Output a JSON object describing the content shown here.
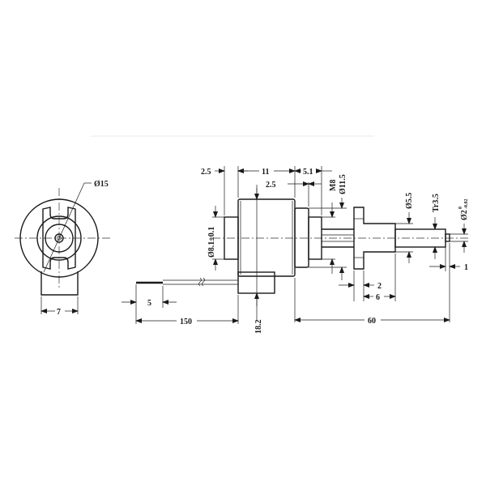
{
  "drawing": {
    "type": "technical-drawing",
    "subject": "linear stepper motor with lead screw shaft",
    "views": [
      "end-view",
      "side-view"
    ],
    "colors": {
      "line": "#1a1a1a",
      "background": "#ffffff"
    }
  },
  "end_view": {
    "diameter_label": "Ø15",
    "width_label": "7"
  },
  "side_view": {
    "dims": {
      "top_left_step": "2.5",
      "body_length": "11",
      "front_flange_length": "5.1",
      "inner_step": "2.5",
      "thread": "M8",
      "front_diameter": "Ø11.5",
      "rear_boss_diameter": "Ø8.1±0.1",
      "nut_diameter": "Ø5.5",
      "screw_thread": "Tr3.5",
      "tip_diameter": "Ø2",
      "tip_tol_upper": "0",
      "tip_tol_lower": "-0.02",
      "flange_thickness": "2",
      "nut_length": "6",
      "tip_length": "1",
      "lead_strip": "5",
      "lead_length": "150",
      "connector_height": "18.2",
      "overall_length": "60"
    }
  }
}
